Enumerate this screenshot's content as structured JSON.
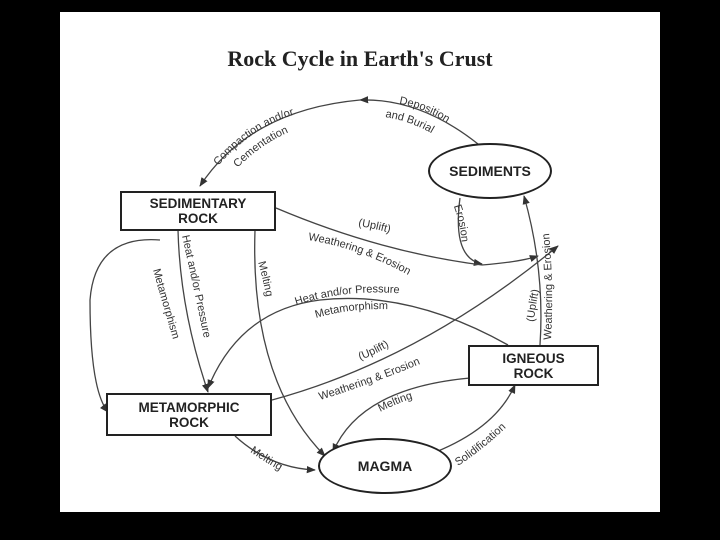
{
  "title": "Rock Cycle in Earth's Crust",
  "nodes": {
    "sedimentary": {
      "line1": "SEDIMENTARY",
      "line2": "ROCK"
    },
    "sediments": {
      "label": "SEDIMENTS"
    },
    "igneous": {
      "line1": "IGNEOUS",
      "line2": "ROCK"
    },
    "metamorphic": {
      "line1": "METAMORPHIC",
      "line2": "ROCK"
    },
    "magma": {
      "label": "MAGMA"
    }
  },
  "labels": {
    "deposition_1": "Deposition",
    "deposition_2": "and Burial",
    "compaction_1": "Compaction and/or",
    "compaction_2": "Cementation",
    "erosion": "Erosion",
    "uplift_a": "(Uplift)",
    "weathering_a": "Weathering & Erosion",
    "heat_1": "Heat and/or Pressure",
    "heat_2": "Metamorphism",
    "melting_a": "Melting",
    "heat_pressure_mid_1": "Heat and/or Pressure",
    "heat_pressure_mid_2": "Metamorphism",
    "uplift_b": "(Uplift)",
    "weathering_b": "Weathering & Erosion",
    "uplift_c": "(Uplift)",
    "weathering_c": "Weathering & Erosion",
    "melting_b": "Melting",
    "melting_c": "Melting",
    "solidification": "Solidification"
  }
}
